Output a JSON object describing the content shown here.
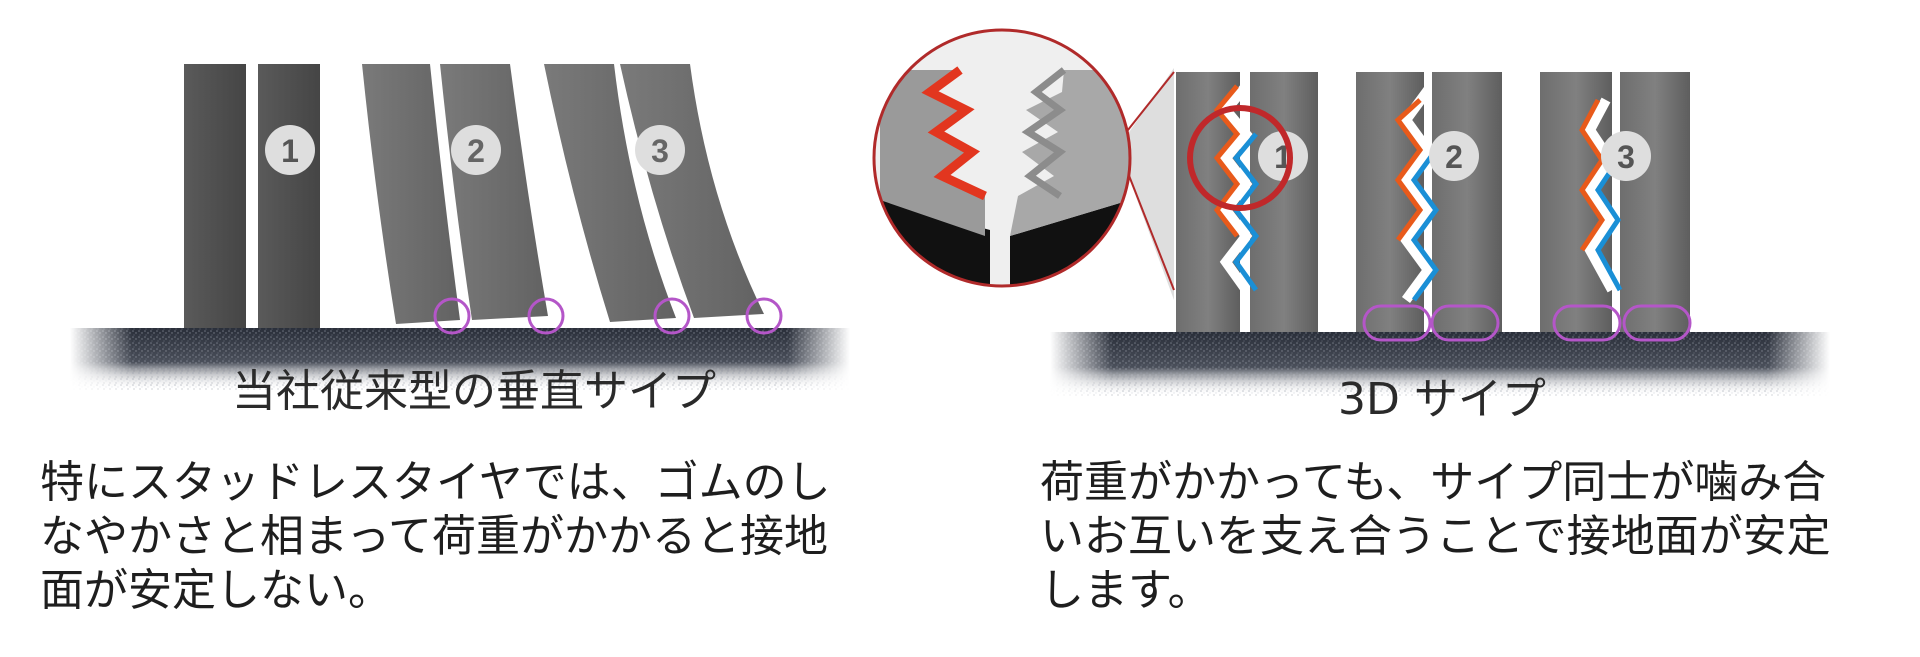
{
  "left_panel": {
    "caption": "当社従来型の垂直サイプ",
    "labels": [
      "1",
      "2",
      "3"
    ],
    "description_lines": [
      "特にスタッドレスタイヤでは、ゴムのし",
      "なやかさと相まって荷重がかかると接地",
      "面が安定しない。"
    ]
  },
  "right_panel": {
    "caption": "3D サイプ",
    "labels": [
      "1",
      "2",
      "3"
    ],
    "description_lines": [
      "荷重がかかっても、サイプ同士が噛み合",
      "いお互いを支え合うことで接地面が安定",
      "します。"
    ]
  },
  "colors": {
    "block_dark": "#4e4e4e",
    "block_mid": "#6a6a6a",
    "block_light": "#8a8a8a",
    "sipe_orange": "#e85a1b",
    "sipe_blue": "#1a8fd6",
    "contact_ring": "#b456c8",
    "zoom_ring": "#c0282a"
  },
  "icons": [
    "magnifier-zoom-icon"
  ]
}
